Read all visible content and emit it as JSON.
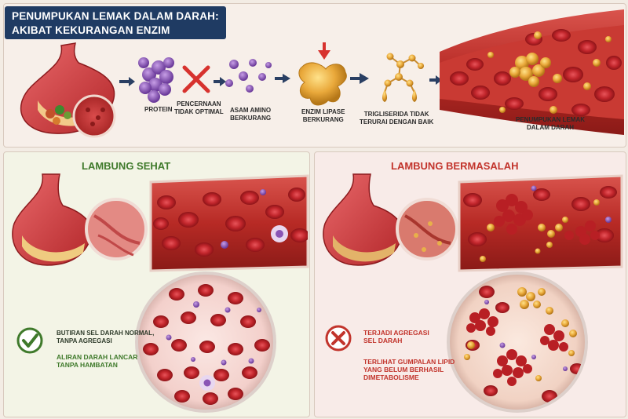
{
  "title": {
    "line1": "PENUMPUKAN LEMAK DALAM DARAH:",
    "line2": "AKIBAT KEKURANGAN ENZIM"
  },
  "flow": {
    "protein": "PROTEIN",
    "digestion": [
      "PENCERNAAN",
      "TIDAK OPTIMAL"
    ],
    "amino": [
      "ASAM AMINO",
      "BERKURANG"
    ],
    "lipase": [
      "ENZIM LIPASE",
      "BERKURANG"
    ],
    "triglyceride": [
      "TRIGLISERIDA TIDAK",
      "TERURAI DENGAN BAIK"
    ],
    "fat_buildup": [
      "PENUMPUKAN LEMAK",
      "DALAM DARAH"
    ]
  },
  "healthy": {
    "title": "LAMBUNG SEHAT",
    "desc1": [
      "BUTIRAN SEL DARAH NORMAL,",
      "TANPA AGREGASI"
    ],
    "desc2": [
      "ALIRAN DARAH LANCAR",
      "TANPA HAMBATAN"
    ]
  },
  "problem": {
    "title": "LAMBUNG BERMASALAH",
    "desc1": [
      "TERJADI AGREGASI",
      "SEL DARAH"
    ],
    "desc2": [
      "TERLIHAT GUMPALAN LIPID",
      "YANG BELUM BERHASIL",
      "DIMETABOLISME"
    ]
  },
  "colors": {
    "navy": "#1f3b63",
    "green": "#3f7a2b",
    "red": "#c2342c",
    "blood": "#b81f24",
    "fat": "#e0a33a"
  }
}
